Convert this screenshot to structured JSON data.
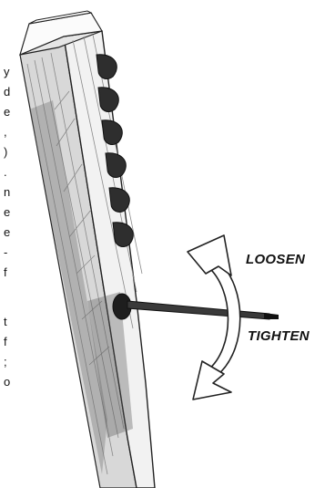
{
  "labels": {
    "loosen": "LOOSEN",
    "tighten": "TIGHTEN"
  },
  "text_fragments": [
    "y",
    "d",
    "e",
    ",",
    ")",
    ".",
    "n",
    "e",
    "e",
    "-",
    "f",
    "t",
    "f",
    ";",
    "o"
  ],
  "colors": {
    "ink": "#111111",
    "wood_light": "#f4f4f4",
    "wood_mid": "#bdbdbd",
    "wood_dark": "#4a4a4a",
    "arrow_fill": "#ffffff"
  }
}
